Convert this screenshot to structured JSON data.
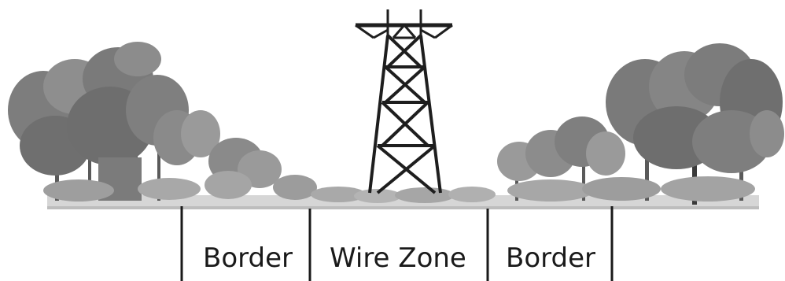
{
  "diagram": {
    "zones": [
      {
        "label": "Border"
      },
      {
        "label": "Wire Zone"
      },
      {
        "label": "Border"
      }
    ],
    "colors": {
      "tree_dark": "#6b6b6b",
      "tree_mid": "#8a8a8a",
      "tree_light": "#a9a9a9",
      "tower": "#1e1e1e",
      "ground": "#cfcfcf",
      "divider": "#1a1a1a",
      "text": "#1a1a1a"
    }
  }
}
